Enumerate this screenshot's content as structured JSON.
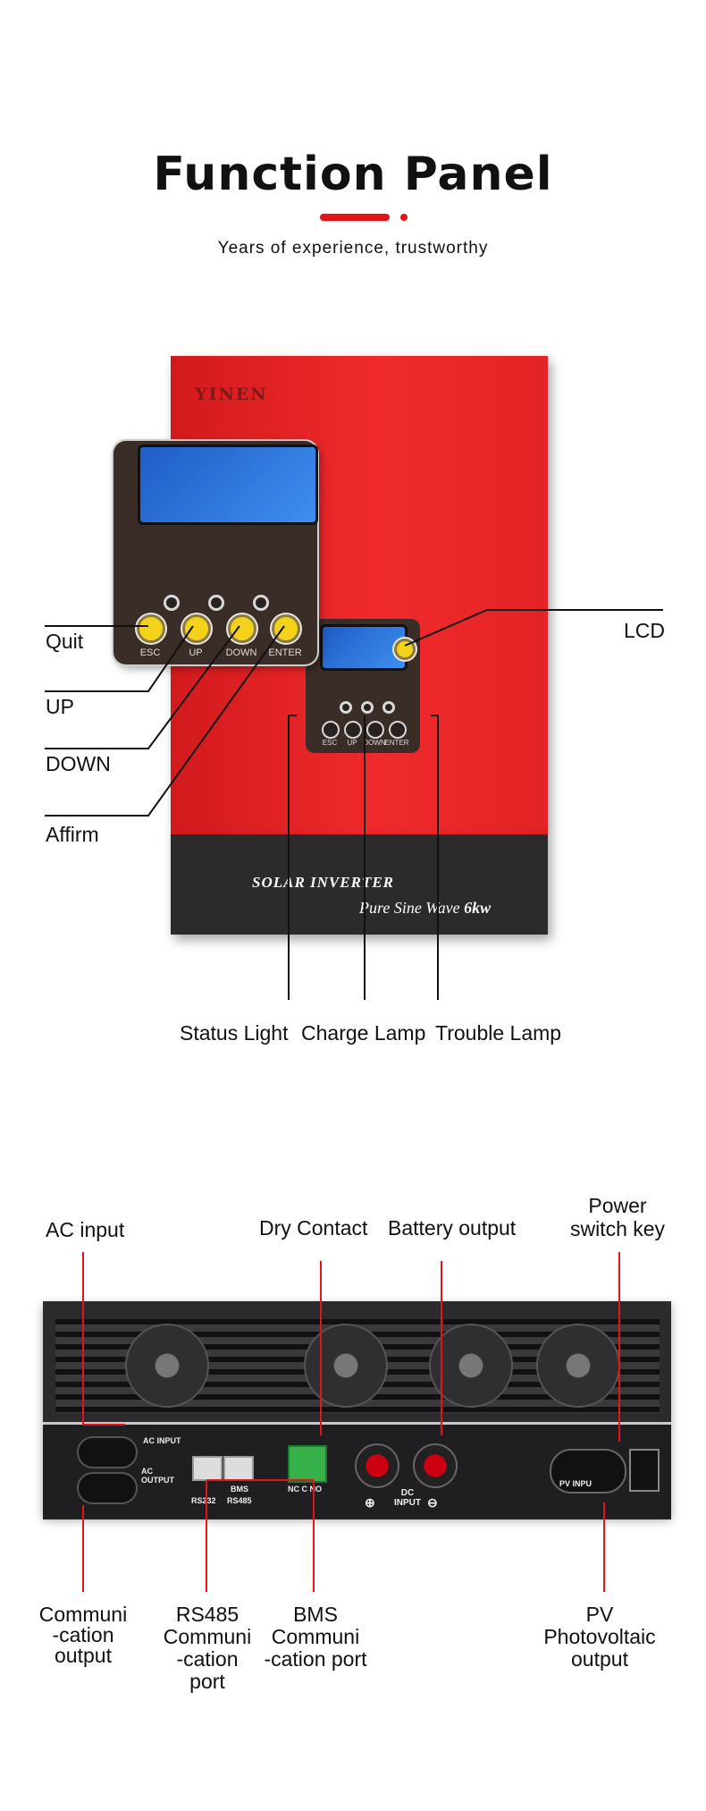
{
  "header": {
    "title": "Function Panel",
    "subtitle": "Years of experience, trustworthy"
  },
  "front_panel": {
    "brand": "YINEN",
    "product_label": "SOLAR INVERTER",
    "product_sub": "Pure Sine Wave",
    "power_rating": "6kw",
    "buttons": [
      "ESC",
      "UP",
      "DOWN",
      "ENTER"
    ],
    "callouts": {
      "quit": "Quit",
      "up": "UP",
      "down": "DOWN",
      "affirm": "Affirm",
      "lcd": "LCD",
      "status_light": "Status Light",
      "charge_lamp": "Charge Lamp",
      "trouble_lamp": "Trouble Lamp"
    }
  },
  "back_panel": {
    "port_labels": {
      "ac_input": "AC INPUT",
      "ac_output": "AC OUTPUT",
      "rs232": "RS232",
      "bms": "BMS",
      "rs485": "RS485",
      "dry": "NC C NO",
      "dc_input": "DC INPUT",
      "pv_input": "PV INPU"
    },
    "callouts_top": {
      "ac_input": "AC input",
      "dry_contact": "Dry Contact",
      "battery_output": "Battery output",
      "power_switch_1": "Power",
      "power_switch_2": "switch key"
    },
    "callouts_bottom": {
      "comm_output_1": "Communi",
      "comm_output_2": "-cation",
      "comm_output_3": "output",
      "rs485_1": "RS485",
      "rs485_2": "Communi",
      "rs485_3": "-cation",
      "rs485_4": "port",
      "bms_1": "BMS",
      "bms_2": "Communi",
      "bms_3": "-cation port",
      "pv_1": "PV",
      "pv_2": "Photovoltaic",
      "pv_3": "output"
    }
  },
  "colors": {
    "accent": "#e3141a",
    "inverter_red": "#e8272a",
    "button_yellow": "#f2d21a",
    "lcd_blue": "#2f78e0"
  }
}
